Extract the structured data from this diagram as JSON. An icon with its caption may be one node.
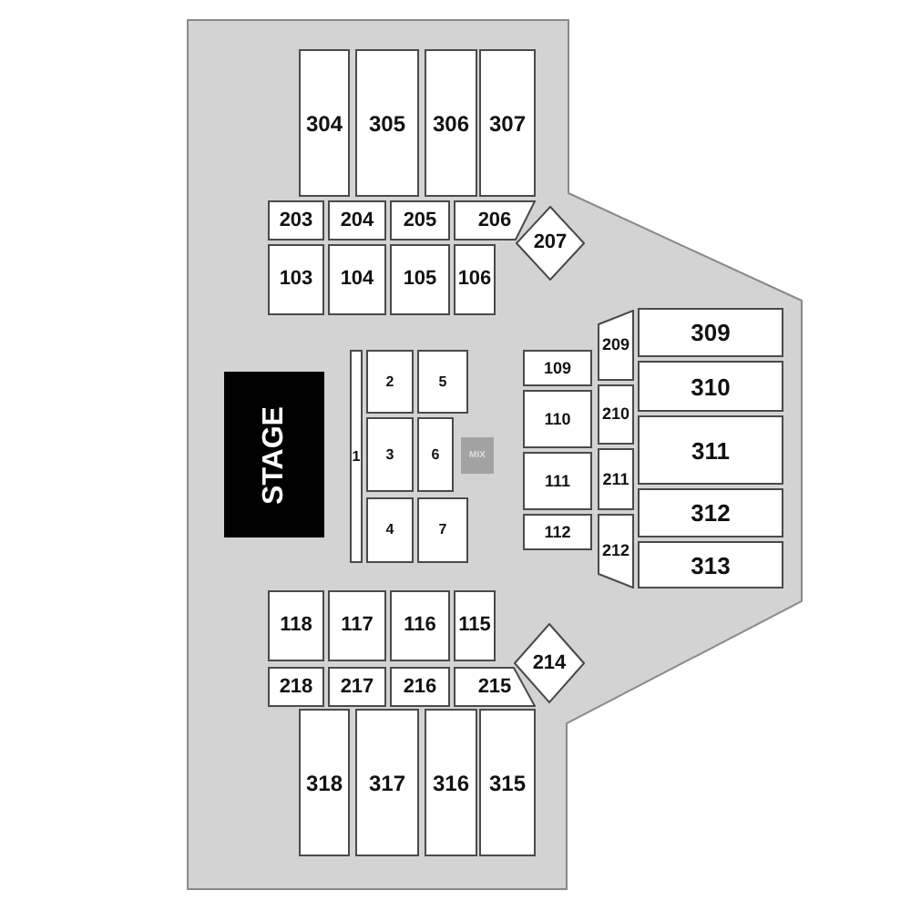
{
  "diagram": {
    "nodes": [
      {
        "text": [
          "304"
        ]
      },
      {
        "text": [
          "305"
        ]
      },
      {
        "text": [
          "306"
        ]
      },
      {
        "text": [
          "307"
        ]
      },
      {
        "text": [
          "203"
        ]
      },
      {
        "text": [
          "204"
        ]
      },
      {
        "text": [
          "205"
        ]
      },
      {
        "text": [
          "206"
        ]
      },
      {
        "text": [
          "207"
        ]
      },
      {
        "text": [
          "103"
        ]
      },
      {
        "text": [
          "104"
        ]
      },
      {
        "text": [
          "105"
        ]
      },
      {
        "text": [
          "106"
        ]
      },
      {
        "text": [
          "STAGE"
        ]
      },
      {
        "text": [
          "1"
        ]
      },
      {
        "text": [
          "2"
        ]
      },
      {
        "text": [
          "5"
        ]
      },
      {
        "text": [
          "3"
        ]
      },
      {
        "text": [
          "6"
        ]
      },
      {
        "text": [
          "MIX"
        ]
      },
      {
        "text": [
          "4"
        ]
      },
      {
        "text": [
          "7"
        ]
      },
      {
        "text": [
          "109"
        ]
      },
      {
        "text": [
          "110"
        ]
      },
      {
        "text": [
          "111"
        ]
      },
      {
        "text": [
          "112"
        ]
      },
      {
        "text": [
          "209"
        ]
      },
      {
        "text": [
          "210"
        ]
      },
      {
        "text": [
          "211"
        ]
      },
      {
        "text": [
          "212"
        ]
      },
      {
        "text": [
          "309"
        ]
      },
      {
        "text": [
          "310"
        ]
      },
      {
        "text": [
          "311"
        ]
      },
      {
        "text": [
          "312"
        ]
      },
      {
        "text": [
          "313"
        ]
      },
      {
        "text": [
          "118"
        ]
      },
      {
        "text": [
          "117"
        ]
      },
      {
        "text": [
          "116"
        ]
      },
      {
        "text": [
          "115"
        ]
      },
      {
        "text": [
          "214"
        ]
      },
      {
        "text": [
          "218"
        ]
      },
      {
        "text": [
          "217"
        ]
      },
      {
        "text": [
          "216"
        ]
      },
      {
        "text": [
          "215"
        ]
      },
      {
        "text": [
          "318"
        ]
      },
      {
        "text": [
          "317"
        ]
      },
      {
        "text": [
          "316"
        ]
      },
      {
        "text": [
          "315"
        ]
      }
    ]
  }
}
